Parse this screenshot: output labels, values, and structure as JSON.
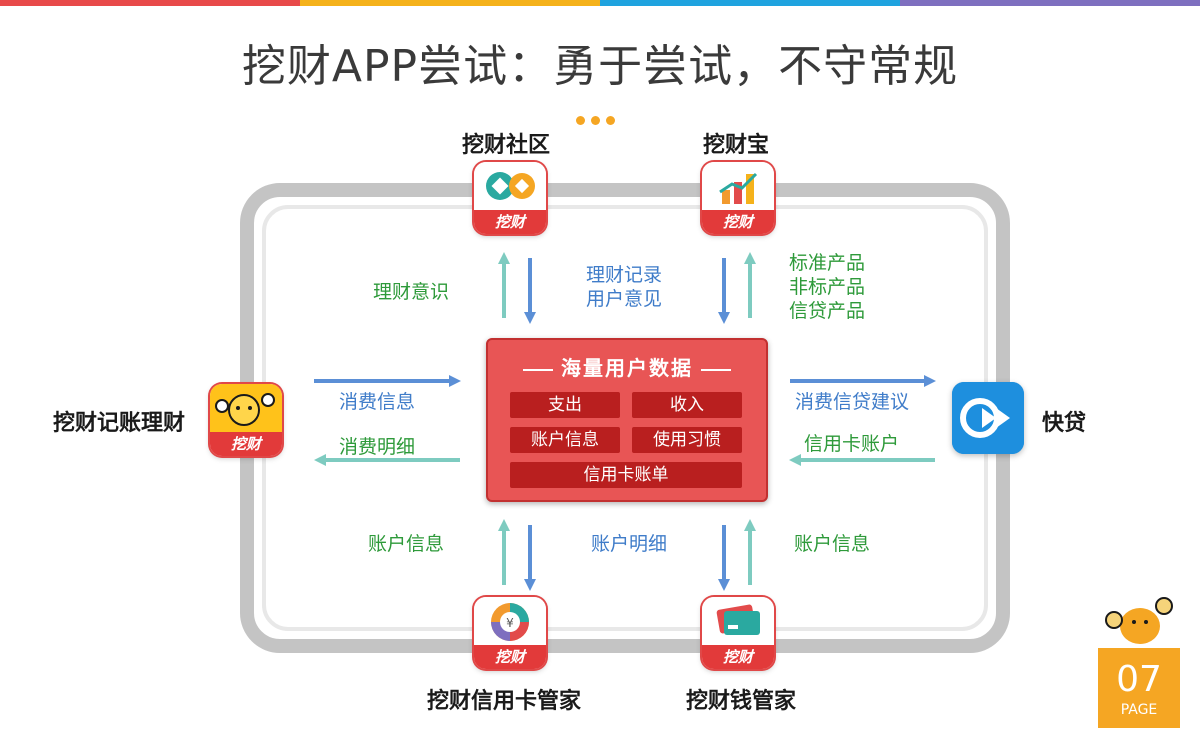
{
  "title": "挖财APP尝试：勇于尝试，不守常规",
  "colors": {
    "accent": "#f5a623",
    "red": "#e85555",
    "green": "#2e9a3a",
    "blue": "#3f7cc9"
  },
  "icon_badge": "挖财",
  "nodes": {
    "community": "挖财社区",
    "bao": "挖财宝",
    "bookkeeping": "挖财记账理财",
    "kuaidai": "快贷",
    "creditcard": "挖财信用卡管家",
    "wallet": "挖财钱管家"
  },
  "flows": {
    "top_left_up": "理财意识",
    "top_left_down": "理财记录\n用户意见",
    "top_right_products": "标准产品\n非标产品\n信贷产品",
    "left_in": "消费信息",
    "left_out": "消费明细",
    "right_out": "消费信贷建议",
    "right_in": "信用卡账户",
    "bottom_left_up": "账户信息",
    "bottom_left_down": "账户明细",
    "bottom_right_up": "账户信息"
  },
  "center": {
    "title": "海量用户数据",
    "cells": [
      "支出",
      "收入",
      "账户信息",
      "使用习惯",
      "信用卡账单"
    ]
  },
  "page": {
    "number": "07",
    "label": "PAGE"
  }
}
